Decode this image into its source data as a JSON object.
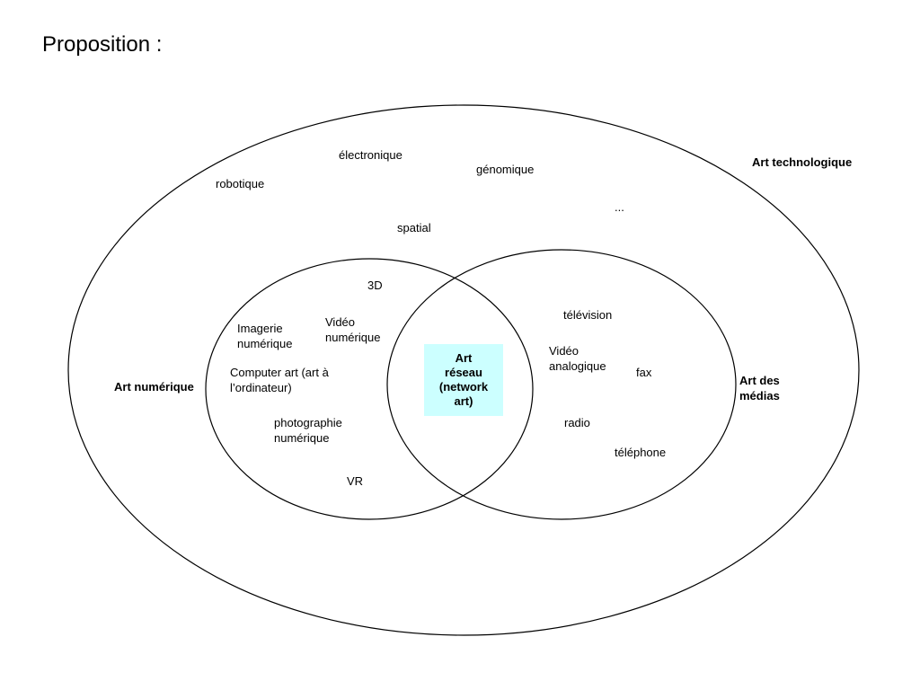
{
  "title": "Proposition :",
  "colors": {
    "network_box_fill": "#ccffff",
    "stroke": "#000000"
  },
  "outer_set": {
    "label": "Art technologique",
    "items": [
      "électronique",
      "génomique",
      "robotique",
      "...",
      "spatial"
    ]
  },
  "left_set": {
    "label": "Art numérique",
    "items": {
      "d3": "3D",
      "imagerie_1": "Imagerie",
      "imagerie_2": "numérique",
      "video_num_1": "Vidéo",
      "video_num_2": "numérique",
      "computer_1": "Computer art (art à",
      "computer_2": "l’ordinateur)",
      "photo_1": "photographie",
      "photo_2": "numérique",
      "vr": "VR"
    }
  },
  "right_set": {
    "label_1": "Art des",
    "label_2": "médias",
    "items": {
      "television": "télévision",
      "video_ana_1": "Vidéo",
      "video_ana_2": "analogique",
      "fax": "fax",
      "radio": "radio",
      "telephone": "téléphone"
    }
  },
  "intersection": {
    "lines": [
      "Art",
      "réseau",
      "(network",
      "art)"
    ]
  }
}
